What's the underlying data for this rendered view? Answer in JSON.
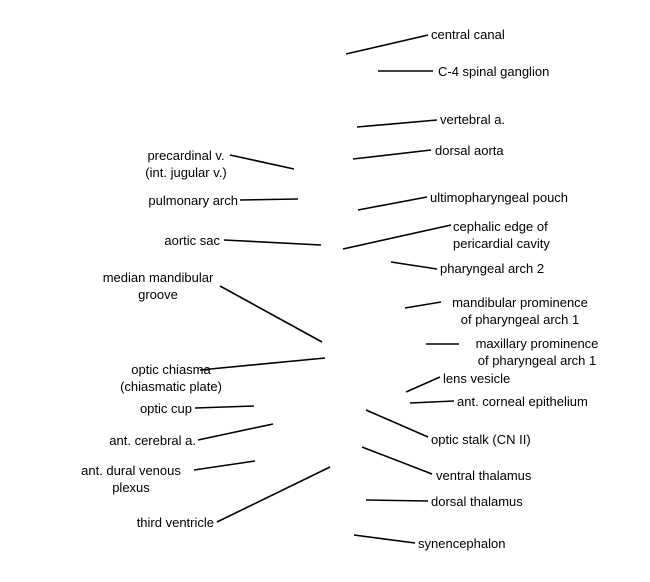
{
  "labels": {
    "central_canal": "central canal",
    "c4_spinal_ganglion": "C-4 spinal ganglion",
    "vertebral_a": "vertebral a.",
    "dorsal_aorta": "dorsal aorta",
    "precardinal_v": [
      "precardinal v.",
      "(int. jugular v.)"
    ],
    "pulmonary_arch": "pulmonary arch",
    "ultimopharyngeal_pouch": "ultimopharyngeal pouch",
    "cephalic_edge": [
      "cephalic edge of",
      "pericardial cavity"
    ],
    "aortic_sac": "aortic sac",
    "pharyngeal_arch_2": "pharyngeal arch 2",
    "median_mandibular_groove": [
      "median mandibular",
      "groove"
    ],
    "mandibular_prominence": [
      "mandibular prominence",
      "of pharyngeal arch 1"
    ],
    "maxillary_prominence": [
      "maxillary prominence",
      "of pharyngeal arch 1"
    ],
    "optic_chiasma": [
      "optic chiasma",
      "(chiasmatic plate)"
    ],
    "lens_vesicle": "lens vesicle",
    "ant_corneal_epithelium": "ant. corneal epithelium",
    "optic_cup": "optic cup",
    "optic_stalk": "optic stalk (CN II)",
    "ant_cerebral_a": "ant. cerebral a.",
    "ventral_thalamus": "ventral thalamus",
    "ant_dural_venous_plexus": [
      "ant. dural venous",
      "plexus"
    ],
    "dorsal_thalamus": "dorsal thalamus",
    "third_ventricle": "third ventricle",
    "synencephalon": "synencephalon"
  }
}
